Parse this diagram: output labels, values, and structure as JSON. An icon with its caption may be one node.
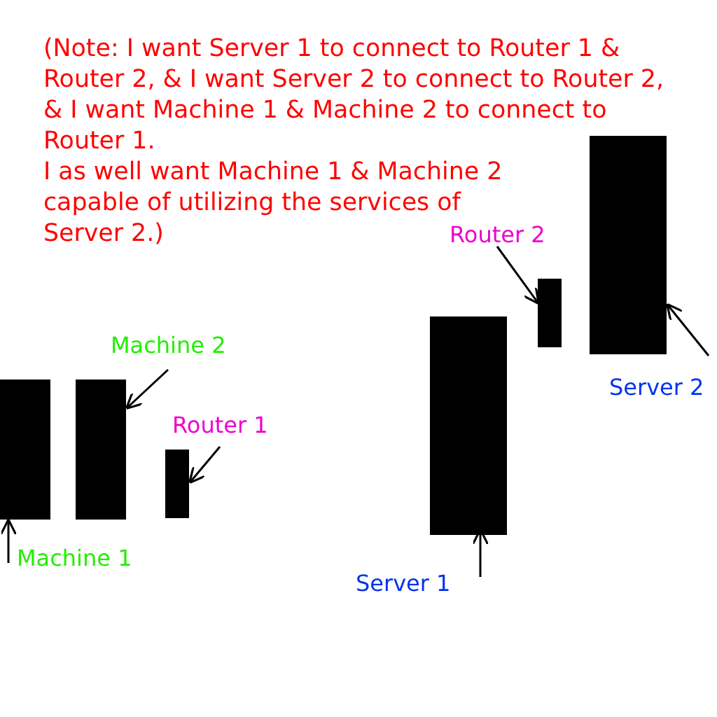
{
  "diagram": {
    "nodes": [
      {
        "text": [
          "Machine 1"
        ]
      },
      {
        "text": [
          "Machine 2"
        ]
      },
      {
        "text": [
          "Router 1"
        ]
      },
      {
        "text": [
          "Router 2"
        ]
      },
      {
        "text": [
          "Server 1"
        ]
      },
      {
        "text": [
          "Server 2"
        ]
      },
      {
        "text": [],
        "shape": "bar"
      },
      {
        "text": [],
        "shape": "bar"
      },
      {
        "text": [],
        "shape": "bar"
      },
      {
        "text": [],
        "shape": "bar"
      },
      {
        "text": [],
        "shape": "bar"
      },
      {
        "text": [],
        "shape": "bar"
      }
    ],
    "edges": [
      {
        "from": 0,
        "to": 6,
        "arrow": "to"
      },
      {
        "from": 1,
        "to": 7,
        "arrow": "to"
      },
      {
        "from": 2,
        "to": 8,
        "arrow": "to"
      },
      {
        "from": 3,
        "to": 10,
        "arrow": "to"
      },
      {
        "from": 4,
        "to": 9,
        "arrow": "to"
      },
      {
        "from": 5,
        "to": 11,
        "arrow": "to"
      }
    ],
    "labels": [
      "(Note: I want Server 1 to connect to Router 1 & Router 2, & I want Server 2 to connect to Router 2, & I want Machine 1 & Machine 2 to connect to Router 1.",
      "I as well want Machine 1 & Machine 2 capable of utilizing the services of Server 2.)"
    ]
  }
}
